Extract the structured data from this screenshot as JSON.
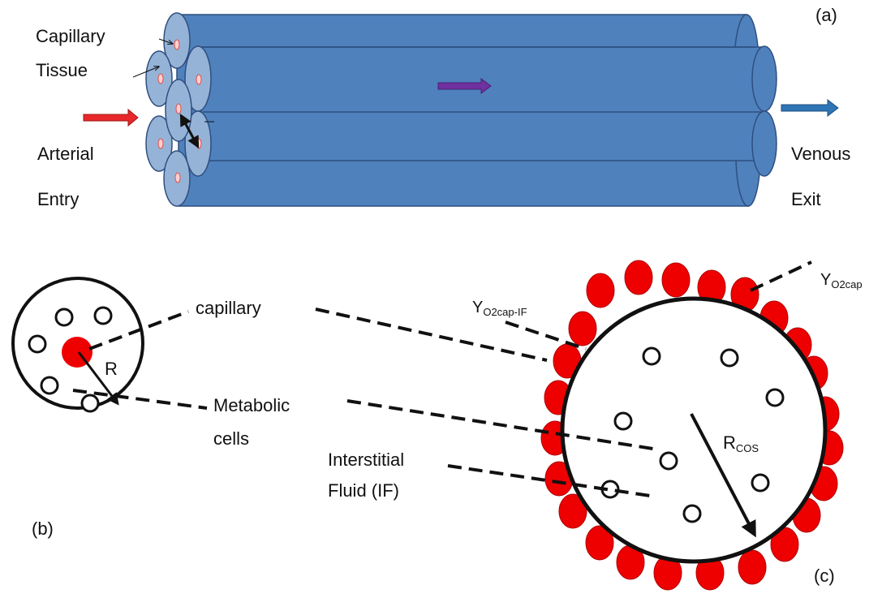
{
  "panel_a": {
    "panel_label": "(a)",
    "capillary_tissue_line1": "Capillary",
    "capillary_tissue_line2": "Tissue",
    "arterial_line1": "Arterial",
    "arterial_line2": "Entry",
    "venous_line1": "Venous",
    "venous_line2": "Exit"
  },
  "panel_b": {
    "panel_label": "(b)",
    "radius_label": "R",
    "capillary_label": "capillary",
    "metabolic_line1": "Metabolic",
    "metabolic_line2": "cells"
  },
  "panel_c": {
    "panel_label": "(c)",
    "y_main": "Y",
    "y_o2cap_sub": "O2cap",
    "y_o2cap_if_sub": "O2cap-IF",
    "r_main": "R",
    "r_sub": "COS",
    "interstitial_line1": "Interstitial",
    "interstitial_line2": "Fluid (IF)"
  },
  "colors": {
    "tube_fill": "#4f81bd",
    "tube_stroke": "#2f4f7f",
    "tube_end": "#95b3d7",
    "rbc": "#ee0000",
    "arterial_arrow": "#e8282a",
    "venous_arrow": "#2e75b6",
    "flow_arrow": "#7030a0"
  }
}
